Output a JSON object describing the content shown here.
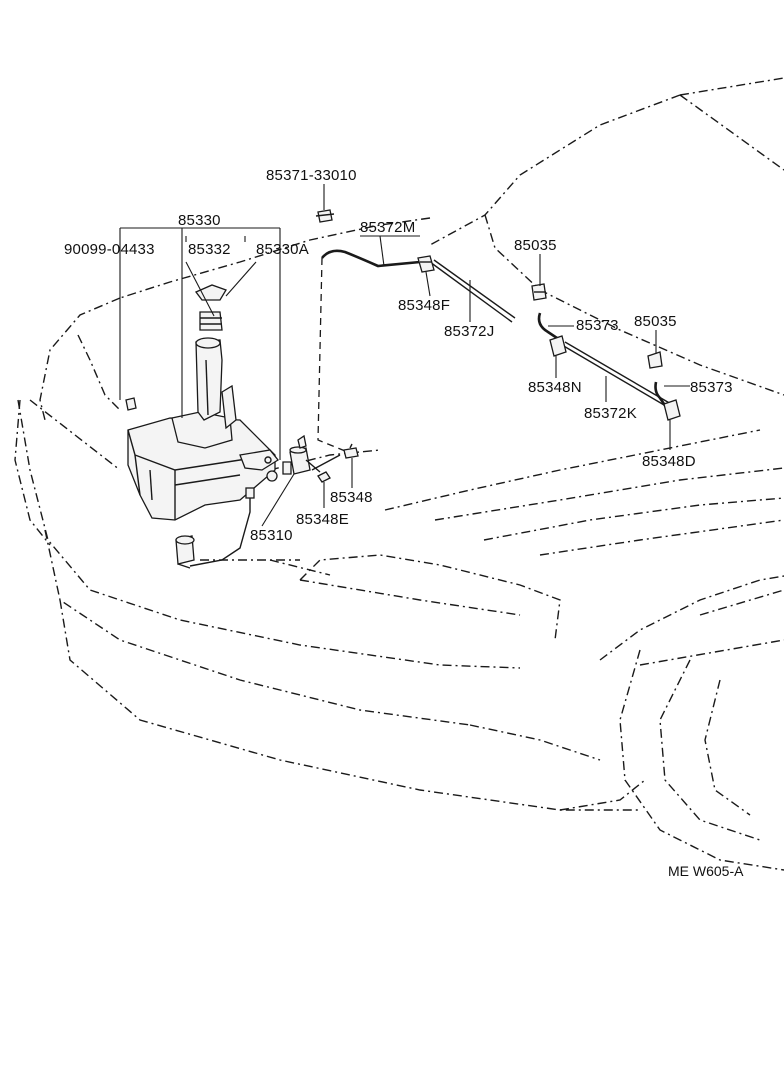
{
  "labels": {
    "p85371": "85371-33010",
    "p85330": "85330",
    "p90099": "90099-04433",
    "p85332": "85332",
    "p85330A": "85330A",
    "p85372M": "85372M",
    "p85035a": "85035",
    "p85348F": "85348F",
    "p85373a": "85373",
    "p85035b": "85035",
    "p85372J": "85372J",
    "p85348N": "85348N",
    "p85373b": "85373",
    "p85372K": "85372K",
    "p85348D": "85348D",
    "p85348": "85348",
    "p85348E": "85348E",
    "p85310": "85310"
  },
  "figure_ref": "ME W605-A"
}
